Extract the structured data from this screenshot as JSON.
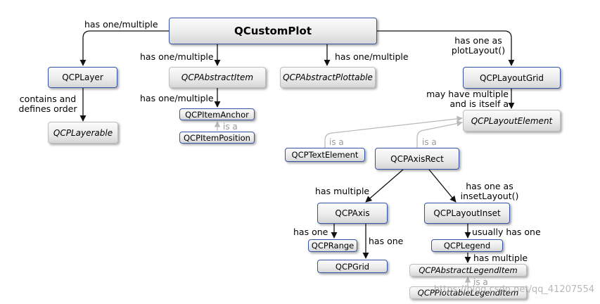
{
  "nodes": {
    "qcustomplot": "QCustomPlot",
    "qcplayer": "QCPLayer",
    "qcpabstractitem": "QCPAbstractItem",
    "qcpabstractplottable": "QCPAbstractPlottable",
    "qcplayoutgrid": "QCPLayoutGrid",
    "qcplayerable": "QCPLayerable",
    "qcpitemanchor": "QCPItemAnchor",
    "qcpitemposition": "QCPItemPosition",
    "qcplayoutelement": "QCPLayoutElement",
    "qcptextelement": "QCPTextElement",
    "qcpaxisrect": "QCPAxisRect",
    "qcpaxis": "QCPAxis",
    "qcplayoutinset": "QCPLayoutInset",
    "qcprange": "QCPRange",
    "qcpgrid": "QCPGrid",
    "qcplegend": "QCPLegend",
    "qcpabstractlegenditem": "QCPAbstractLegendItem",
    "qcpplottablelegenditem": "QCPPlottableLegendItem"
  },
  "labels": {
    "has_one_multiple_left": "has one/multiple",
    "has_one_multiple_item": "has one/multiple",
    "has_one_multiple_plottable": "has one/multiple",
    "has_one_as_1": "has one as",
    "plotlayout": "plotLayout()",
    "contains_and": "contains and",
    "defines_order": "defines order",
    "has_one_multiple_anchor": "has one/multiple",
    "is_a_position": "is a",
    "may_have_multiple": "may have multiple",
    "and_is_itself_a": "and is itself a",
    "is_a_text": "is a",
    "is_a_axisrect": "is a",
    "has_multiple_axis": "has multiple",
    "has_one_as_2": "has one as",
    "insetlayout": "insetLayout()",
    "has_one_range": "has one",
    "has_one_grid": "has one",
    "usually_has_one": "usually has one",
    "has_multiple_legend": "has multiple",
    "is_a_legend": "is a"
  },
  "watermark": "https://blog.csdn.net/qq_41207554",
  "colors": {
    "node_border_blue": "#3654a6",
    "node_border_gray": "#bdbdbd",
    "edge_black": "#111111",
    "edge_gray": "#b8b8b8",
    "isa_text": "#9a9a9a"
  }
}
